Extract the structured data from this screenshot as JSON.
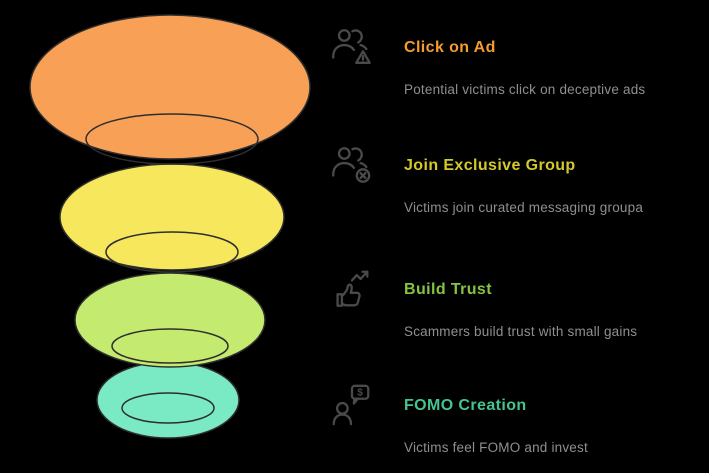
{
  "background": "#000000",
  "funnel": {
    "outline_color": "#2e2e2e",
    "stages": [
      {
        "label": "Click on Ad",
        "fill": "#F8A055"
      },
      {
        "label": "Join Exclusive Group",
        "fill": "#F7E75C"
      },
      {
        "label": "Build Trust",
        "fill": "#C4EB6F"
      },
      {
        "label": "FOMO Creation",
        "fill": "#79EAC4"
      }
    ]
  },
  "steps": [
    {
      "title": "Click on Ad",
      "title_color": "#F49C2D",
      "description": "Potential victims click on deceptive ads",
      "icon": "users-warning-icon"
    },
    {
      "title": "Join Exclusive Group",
      "title_color": "#D4C82B",
      "description": "Victims join curated messaging groupa",
      "icon": "users-remove-icon"
    },
    {
      "title": "Build Trust",
      "title_color": "#85C440",
      "description": "Scammers build trust with small gains",
      "icon": "growth-arrow-icon"
    },
    {
      "title": "FOMO Creation",
      "title_color": "#45C48F",
      "description": "Victims feel FOMO and invest",
      "icon": "person-dollar-bubble-icon"
    }
  ],
  "text": {
    "description_color": "#8f8f8f",
    "icon_color": "#4a4a4a"
  }
}
